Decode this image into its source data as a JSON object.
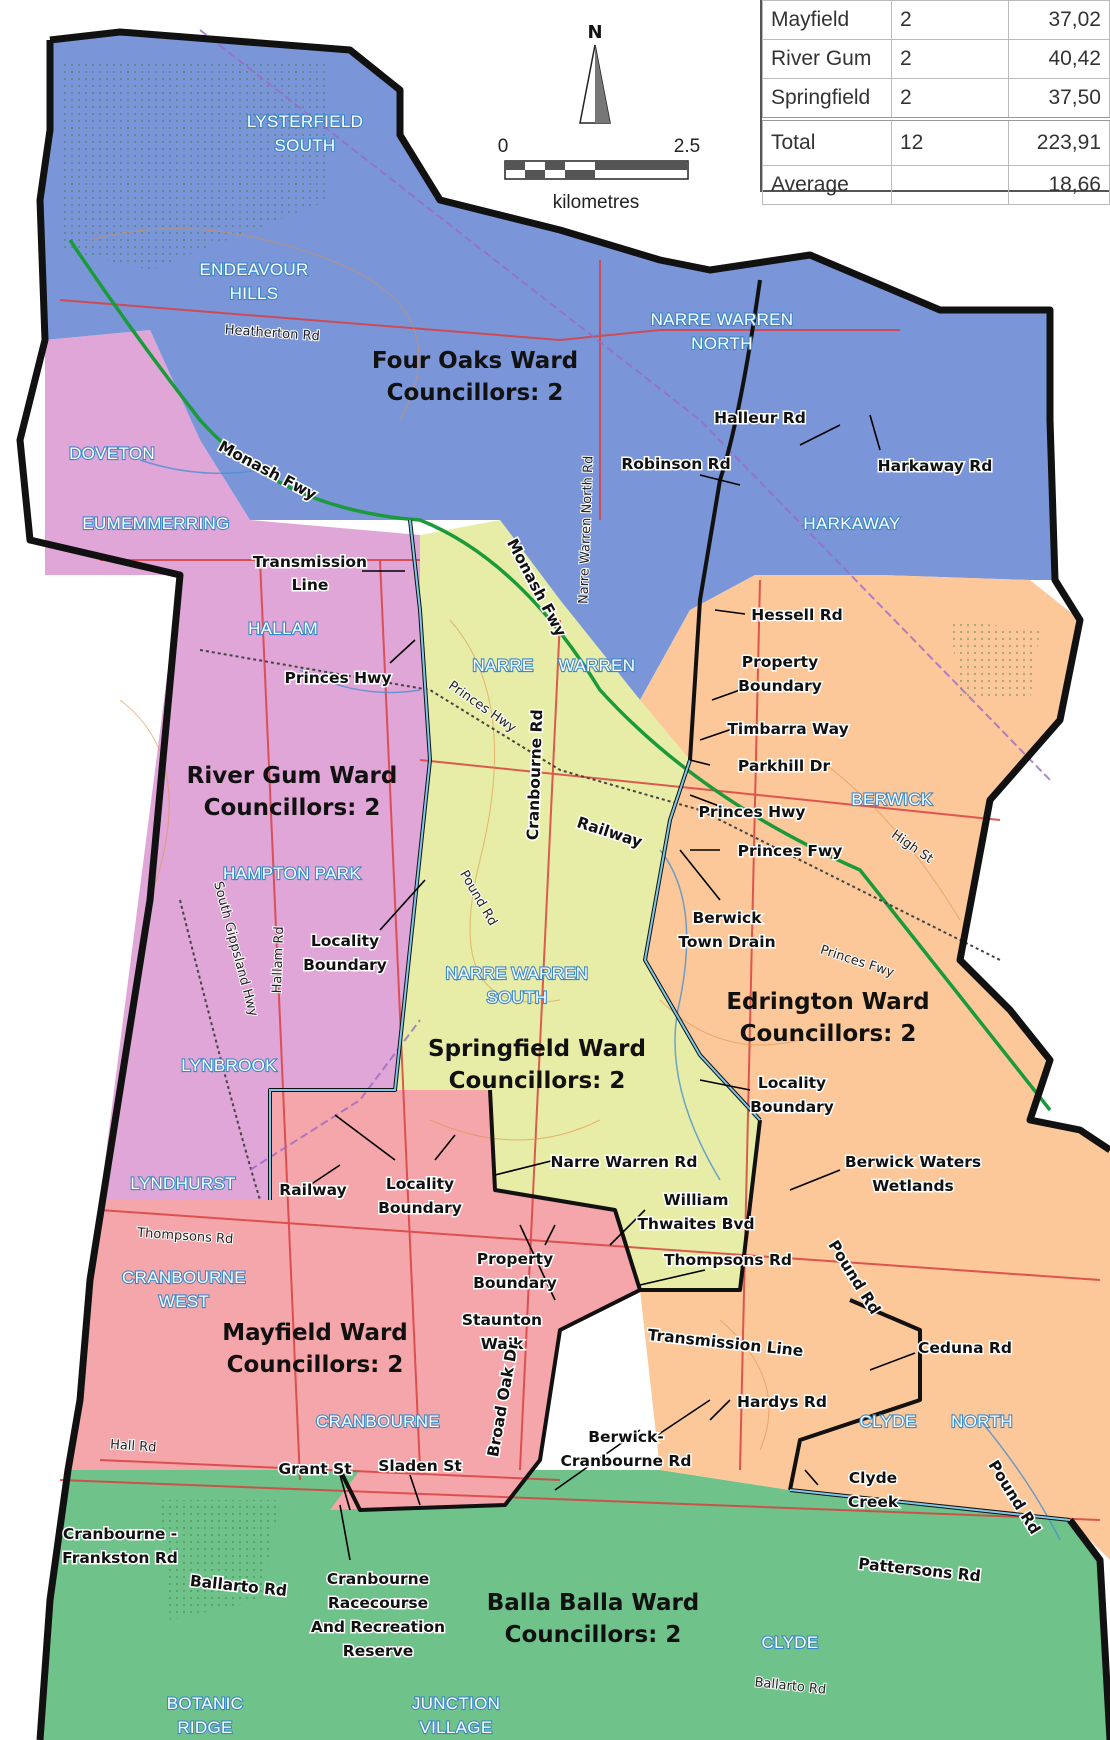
{
  "summary_table": {
    "rows": [
      {
        "ward": "Mayfield",
        "councillors": "2",
        "voters": "37,02"
      },
      {
        "ward": "River Gum",
        "councillors": "2",
        "voters": "40,42"
      },
      {
        "ward": "Springfield",
        "councillors": "2",
        "voters": "37,50"
      }
    ],
    "total": {
      "label": "Total",
      "councillors": "12",
      "voters": "223,91"
    },
    "average": {
      "label": "Average",
      "councillors": "",
      "voters": "18,66"
    }
  },
  "north_arrow": {
    "label": "N"
  },
  "scale_bar": {
    "start": "0",
    "end": "2.5",
    "unit": "kilometres"
  },
  "wards": [
    {
      "name": "Four Oaks Ward",
      "councillors": "Councillors: 2",
      "color": "#7a96d8"
    },
    {
      "name": "River Gum Ward",
      "councillors": "Councillors: 2",
      "color": "#e0a6d8"
    },
    {
      "name": "Springfield Ward",
      "councillors": "Councillors: 2",
      "color": "#e7eda6"
    },
    {
      "name": "Edrington Ward",
      "councillors": "Councillors: 2",
      "color": "#fcc89a"
    },
    {
      "name": "Mayfield Ward",
      "councillors": "Councillors: 2",
      "color": "#f5a6aa"
    },
    {
      "name": "Balla Balla Ward",
      "councillors": "Councillors: 2",
      "color": "#6ec28a"
    }
  ],
  "localities": [
    [
      "LYSTERFIELD",
      "SOUTH"
    ],
    [
      "ENDEAVOUR",
      "HILLS"
    ],
    [
      "NARRE WARREN",
      "NORTH"
    ],
    [
      "DOVETON"
    ],
    [
      "EUMEMMERRING"
    ],
    [
      "HARKAWAY"
    ],
    [
      "HALLAM"
    ],
    [
      "NARRE"
    ],
    [
      "WARREN"
    ],
    [
      "BERWICK"
    ],
    [
      "HAMPTON PARK"
    ],
    [
      "NARRE WARREN",
      "SOUTH"
    ],
    [
      "LYNBROOK"
    ],
    [
      "LYNDHURST"
    ],
    [
      "CRANBOURNE",
      "WEST"
    ],
    [
      "CRANBOURNE"
    ],
    [
      "CLYDE"
    ],
    [
      "NORTH"
    ],
    [
      "CLYDE"
    ],
    [
      "BOTANIC",
      "RIDGE"
    ],
    [
      "JUNCTION",
      "VILLAGE"
    ]
  ],
  "features": [
    [
      "Halleur Rd"
    ],
    [
      "Harkaway Rd"
    ],
    [
      "Robinson Rd"
    ],
    [
      "Transmission",
      "Line"
    ],
    [
      "Hessell Rd"
    ],
    [
      "Princes Hwy"
    ],
    [
      "Property",
      "Boundary"
    ],
    [
      "Timbarra Way"
    ],
    [
      "Parkhill Dr"
    ],
    [
      "Princes Hwy"
    ],
    [
      "Princes Fwy"
    ],
    [
      "Berwick",
      "Town Drain"
    ],
    [
      "Locality",
      "Boundary"
    ],
    [
      "Locality",
      "Boundary"
    ],
    [
      "Narre Warren Rd"
    ],
    [
      "Berwick Waters",
      "Wetlands"
    ],
    [
      "William",
      "Thwaites Bvd"
    ],
    [
      "Locality",
      "Boundary"
    ],
    [
      "Railway"
    ],
    [
      "Property",
      "Boundary"
    ],
    [
      "Thompsons Rd"
    ],
    [
      "Staunton",
      "Walk"
    ],
    [
      "Transmission Line"
    ],
    [
      "Ceduna Rd"
    ],
    [
      "Hardys Rd"
    ],
    [
      "Berwick-",
      "Cranbourne Rd"
    ],
    [
      "Clyde",
      "Creek"
    ],
    [
      "Grant St"
    ],
    [
      "Sladen St"
    ],
    [
      "Cranbourne -",
      "Frankston Rd"
    ],
    [
      "Ballarto Rd"
    ],
    [
      "Cranbourne",
      "Racecourse",
      "And Recreation",
      "Reserve"
    ],
    [
      "Pattersons Rd"
    ],
    [
      "Railway"
    ],
    [
      "Monash Fwy"
    ],
    [
      "Monash Fwy"
    ],
    [
      "Cranbourne Rd"
    ],
    [
      "Pound Rd"
    ],
    [
      "Broad Oak Dr"
    ]
  ],
  "roads": [
    "Heatherton Rd",
    "Narre Warren North Rd",
    "Princes Hwy",
    "High St",
    "Princes Fwy",
    "Pound Rd",
    "South Gippsland Hwy",
    "Hallam Rd",
    "Thompsons Rd",
    "Hall Rd",
    "Ballarto Rd"
  ]
}
